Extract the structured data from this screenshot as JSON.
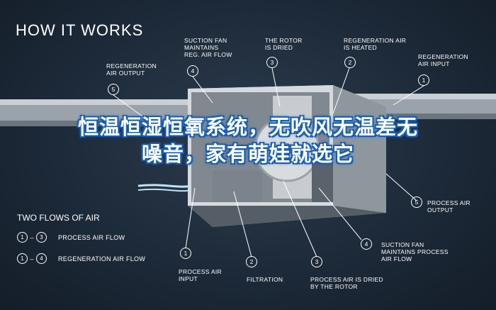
{
  "title": "HOW IT WORKS",
  "overlay_text": "恒温恒湿恒氧系统，无吹风无温差无噪音，家有萌娃就选它",
  "callouts_top": [
    {
      "num": "5",
      "label": "REGENERATION\nAIR OUTPUT"
    },
    {
      "num": "4",
      "label": "SUCTION FAN\nMAINTAINS\nREG. AIR FLOW"
    },
    {
      "num": "3",
      "label": "THE ROTOR\nIS DRIED"
    },
    {
      "num": "2",
      "label": "REGENERATION AIR\nIS HEATED"
    },
    {
      "num": "1",
      "label": "REGENERATION\nAIR INPUT"
    }
  ],
  "callouts_bottom": [
    {
      "num": "1",
      "label": "PROCESS AIR\nINPUT"
    },
    {
      "num": "2",
      "label": "FILTRATION"
    },
    {
      "num": "3",
      "label": "PROCESS AIR IS DRIED\nBY THE ROTOR"
    },
    {
      "num": "4",
      "label": "SUCTION FAN\nMAINTAINS PROCESS\nAIR FLOW"
    },
    {
      "num": "5",
      "label": "PROCESS AIR\nOUTPUT"
    }
  ],
  "legend": {
    "title": "TWO FLOWS OF AIR",
    "rows": [
      {
        "from": "1",
        "to": "3",
        "label": "PROCESS AIR FLOW"
      },
      {
        "from": "1",
        "to": "4",
        "label": "REGENERATION AIR FLOW"
      }
    ]
  },
  "colors": {
    "background": "#1b2735",
    "overlay_outline": "#1a5fb4",
    "text": "#ffffff"
  }
}
